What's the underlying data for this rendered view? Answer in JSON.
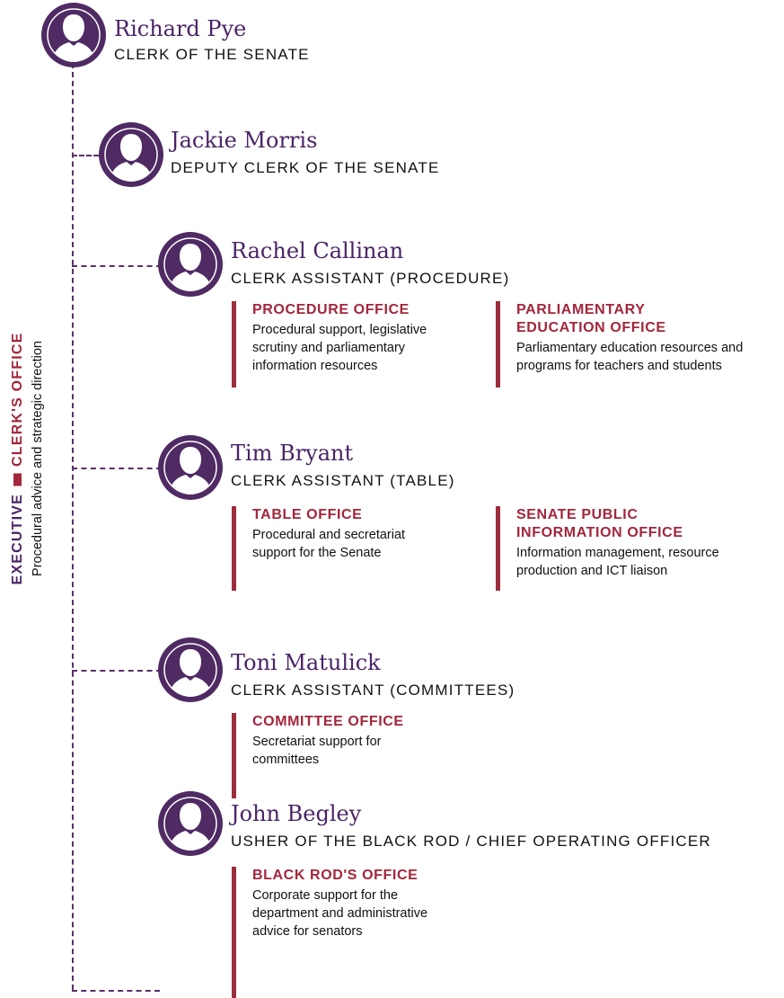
{
  "sidebar": {
    "executive": "EXECUTIVE",
    "office": "CLERK'S OFFICE",
    "description": "Procedural advice and strategic direction"
  },
  "people": [
    {
      "name": "Richard Pye",
      "title": "CLERK OF THE SENATE"
    },
    {
      "name": "Jackie Morris",
      "title": "DEPUTY CLERK OF THE SENATE"
    },
    {
      "name": "Rachel Callinan",
      "title": "CLERK ASSISTANT (PROCEDURE)"
    },
    {
      "name": "Tim Bryant",
      "title": "CLERK ASSISTANT (TABLE)"
    },
    {
      "name": "Toni Matulick",
      "title": "CLERK ASSISTANT (COMMITTEES)"
    },
    {
      "name": "John Begley",
      "title": "USHER OF THE BLACK ROD / CHIEF OPERATING OFFICER"
    }
  ],
  "offices": {
    "procedure": {
      "title": "PROCEDURE OFFICE",
      "desc_lines": [
        "Procedural support, legislative",
        "scrutiny and parliamentary",
        "information resources"
      ]
    },
    "parliamentary_education": {
      "title_lines": [
        "PARLIAMENTARY",
        "EDUCATION OFFICE"
      ],
      "desc_lines": [
        "Parliamentary education resources and",
        "programs for teachers and students"
      ]
    },
    "table": {
      "title": "TABLE OFFICE",
      "desc_lines": [
        "Procedural and secretariat",
        "support for the Senate"
      ]
    },
    "senate_public_information": {
      "title_lines": [
        "SENATE PUBLIC",
        "INFORMATION OFFICE"
      ],
      "desc_lines": [
        "Information management, resource",
        "production and ICT liaison"
      ]
    },
    "committee": {
      "title": "COMMITTEE OFFICE",
      "desc_lines": [
        "Secretariat support for",
        "committees"
      ]
    },
    "black_rod": {
      "title": "BLACK ROD'S OFFICE",
      "desc_lines": [
        "Corporate support for the",
        "department and administrative",
        "advice for senators"
      ]
    }
  },
  "colors": {
    "name_purple": "#4a2466",
    "avatar_purple": "#4f2a63",
    "office_red": "#a3263b",
    "bar_red": "#9b2d3c",
    "connector": "#5b2f6a"
  }
}
